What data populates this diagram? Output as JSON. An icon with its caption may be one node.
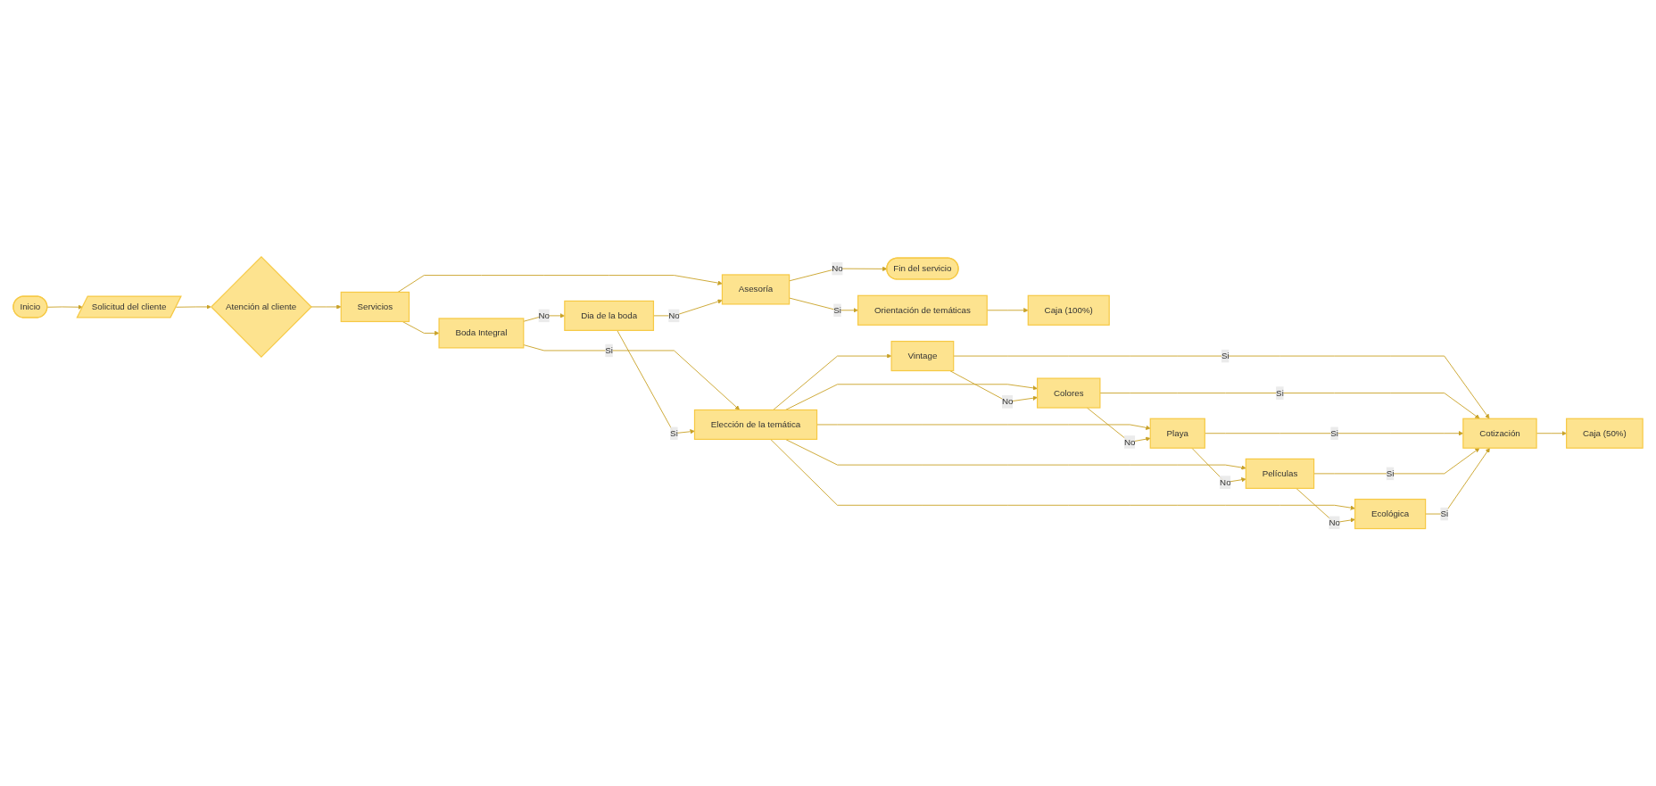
{
  "diagram": {
    "nodes": [
      {
        "text": [
          "Inicio"
        ]
      },
      {
        "text": [
          "Solicitud del cliente"
        ]
      },
      {
        "text": [
          "Atención al cliente"
        ]
      },
      {
        "text": [
          "Servicios"
        ]
      },
      {
        "text": [
          "Boda Integral"
        ]
      },
      {
        "text": [
          "Dia de la boda"
        ]
      },
      {
        "text": [
          "Asesoría"
        ]
      },
      {
        "text": [
          "Fin del servicio"
        ]
      },
      {
        "text": [
          "Elección de la temática"
        ]
      },
      {
        "text": [
          "Orientación de temáticas"
        ]
      },
      {
        "text": [
          "Caja (100%)"
        ]
      },
      {
        "text": [
          "Vintage"
        ]
      },
      {
        "text": [
          "Colores"
        ]
      },
      {
        "text": [
          "Playa"
        ]
      },
      {
        "text": [
          "Películas"
        ]
      },
      {
        "text": [
          "Ecológica"
        ]
      },
      {
        "text": [
          "Cotización"
        ]
      },
      {
        "text": [
          "Caja (50%)"
        ]
      }
    ],
    "edges": [
      {
        "from": 0,
        "to": 1,
        "arrow": "to"
      },
      {
        "from": 1,
        "to": 2,
        "arrow": "to"
      },
      {
        "from": 2,
        "to": 3,
        "arrow": "to"
      },
      {
        "from": 3,
        "to": 4,
        "arrow": "to"
      },
      {
        "from": 3,
        "to": 6,
        "arrow": "to"
      },
      {
        "from": 4,
        "to": 8,
        "label": "Si",
        "arrow": "to"
      },
      {
        "from": 4,
        "to": 5,
        "label": "No",
        "arrow": "to"
      },
      {
        "from": 5,
        "to": 8,
        "label": "Si",
        "arrow": "to"
      },
      {
        "from": 5,
        "to": 6,
        "label": "No",
        "arrow": "to"
      },
      {
        "from": 6,
        "to": 9,
        "label": "Si",
        "arrow": "to"
      },
      {
        "from": 6,
        "to": 7,
        "label": "No",
        "arrow": "to"
      },
      {
        "from": 9,
        "to": 10,
        "arrow": "to"
      },
      {
        "from": 8,
        "to": 11,
        "arrow": "to"
      },
      {
        "from": 8,
        "to": 12,
        "arrow": "to"
      },
      {
        "from": 8,
        "to": 13,
        "arrow": "to"
      },
      {
        "from": 8,
        "to": 14,
        "arrow": "to"
      },
      {
        "from": 8,
        "to": 15,
        "arrow": "to"
      },
      {
        "from": 11,
        "to": 12,
        "label": "No",
        "arrow": "to"
      },
      {
        "from": 12,
        "to": 13,
        "label": "No",
        "arrow": "to"
      },
      {
        "from": 13,
        "to": 14,
        "label": "No",
        "arrow": "to"
      },
      {
        "from": 14,
        "to": 15,
        "label": "No",
        "arrow": "to"
      },
      {
        "from": 11,
        "to": 16,
        "label": "Si",
        "arrow": "to"
      },
      {
        "from": 12,
        "to": 16,
        "label": "Si",
        "arrow": "to"
      },
      {
        "from": 13,
        "to": 16,
        "label": "Si",
        "arrow": "to"
      },
      {
        "from": 14,
        "to": 16,
        "label": "Si",
        "arrow": "to"
      },
      {
        "from": 15,
        "to": 16,
        "label": "Si",
        "arrow": "to"
      },
      {
        "from": 16,
        "to": 17,
        "arrow": "to"
      }
    ]
  }
}
